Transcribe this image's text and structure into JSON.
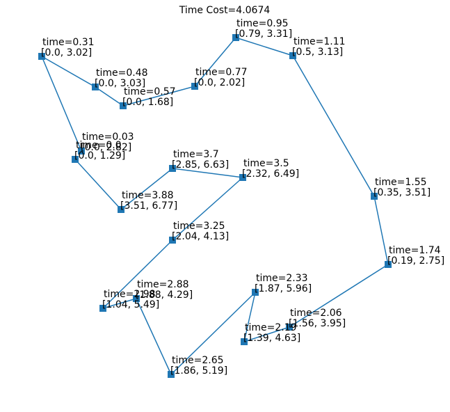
{
  "title": "Time Cost=4.0674",
  "colors": {
    "line": "#1f77b4",
    "node": "#1f77b4",
    "text": "#000000"
  },
  "nodes": [
    {
      "id": "n1",
      "time_label": "time=0.31",
      "window_label": "[0.0, 3.02]"
    },
    {
      "id": "n2",
      "time_label": "time=0.48",
      "window_label": "[0.0, 3.03]"
    },
    {
      "id": "n3",
      "time_label": "time=0.57",
      "window_label": "[0.0, 1.68]"
    },
    {
      "id": "n4",
      "time_label": "time=0.77",
      "window_label": "[0.0, 2.02]"
    },
    {
      "id": "n5",
      "time_label": "time=0.95",
      "window_label": "[0.79, 3.31]"
    },
    {
      "id": "n6",
      "time_label": "time=1.11",
      "window_label": "[0.5, 3.13]"
    },
    {
      "id": "n7",
      "time_label": "time=0.03",
      "window_label": "[0.0, 2.82]"
    },
    {
      "id": "n8",
      "time_label": "time=0.0",
      "window_label": "[0.0, 1.29]"
    },
    {
      "id": "n9",
      "time_label": "time=3.7",
      "window_label": "[2.85, 6.63]"
    },
    {
      "id": "n10",
      "time_label": "time=3.5",
      "window_label": "[2.32, 6.49]"
    },
    {
      "id": "n11",
      "time_label": "time=3.88",
      "window_label": "[3.51, 6.77]"
    },
    {
      "id": "n12",
      "time_label": "time=1.55",
      "window_label": "[0.35, 3.51]"
    },
    {
      "id": "n13",
      "time_label": "time=3.25",
      "window_label": "[2.04, 4.13]"
    },
    {
      "id": "n14",
      "time_label": "time=1.74",
      "window_label": "[0.19, 2.75]"
    },
    {
      "id": "n15",
      "time_label": "time=2.88",
      "window_label": "[1.88, 4.29]"
    },
    {
      "id": "n16",
      "time_label": "time=2.98",
      "window_label": "[1.04, 5.49]"
    },
    {
      "id": "n17",
      "time_label": "time=2.33",
      "window_label": "[1.87, 5.96]"
    },
    {
      "id": "n18",
      "time_label": "time=2.06",
      "window_label": "[1.56, 3.95]"
    },
    {
      "id": "n19",
      "time_label": "time=2.19",
      "window_label": "[1.39, 4.63]"
    },
    {
      "id": "n20",
      "time_label": "time=2.65",
      "window_label": "[1.86, 5.19]"
    }
  ]
}
